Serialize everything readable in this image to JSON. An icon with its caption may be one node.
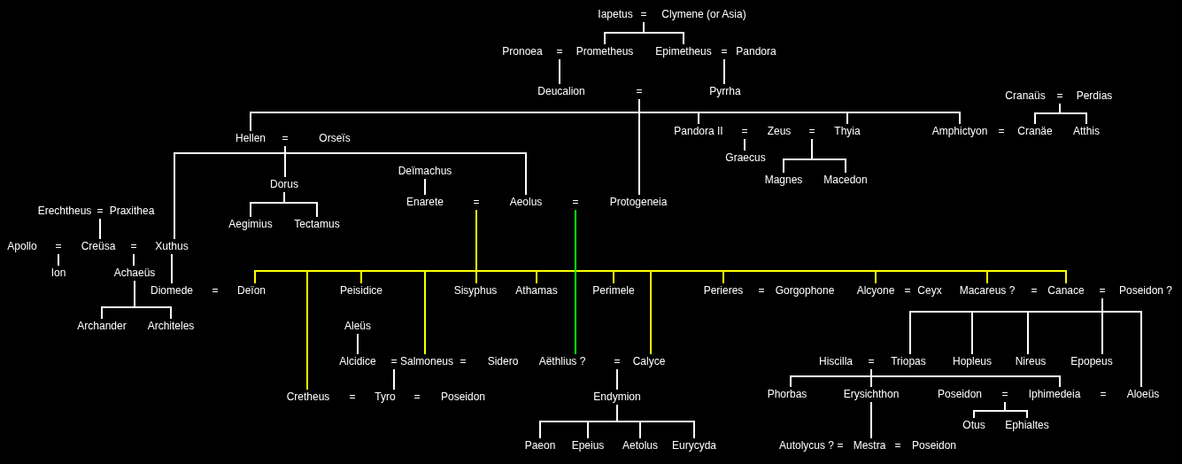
{
  "diagram": {
    "nodes": [
      {
        "text": [
          "Iapetus"
        ]
      },
      {
        "text": [
          "="
        ]
      },
      {
        "text": [
          "Clymene (or Asia)"
        ]
      },
      {
        "text": [
          "Pronoea"
        ]
      },
      {
        "text": [
          "="
        ]
      },
      {
        "text": [
          "Prometheus"
        ]
      },
      {
        "text": [
          "Epimetheus"
        ]
      },
      {
        "text": [
          "="
        ]
      },
      {
        "text": [
          "Pandora"
        ]
      },
      {
        "text": [
          "Deucalion"
        ]
      },
      {
        "text": [
          "="
        ]
      },
      {
        "text": [
          "Pyrrha"
        ]
      },
      {
        "text": [
          "Cranaüs"
        ]
      },
      {
        "text": [
          "="
        ]
      },
      {
        "text": [
          "Perdias"
        ]
      },
      {
        "text": [
          "Pandora II"
        ]
      },
      {
        "text": [
          "="
        ]
      },
      {
        "text": [
          "Zeus"
        ]
      },
      {
        "text": [
          "="
        ]
      },
      {
        "text": [
          "Thyia"
        ]
      },
      {
        "text": [
          "Amphictyon"
        ]
      },
      {
        "text": [
          "="
        ]
      },
      {
        "text": [
          "Cranäe"
        ]
      },
      {
        "text": [
          "Atthis"
        ]
      },
      {
        "text": [
          "Hellen"
        ]
      },
      {
        "text": [
          "="
        ]
      },
      {
        "text": [
          "Orseïs"
        ]
      },
      {
        "text": [
          "Graecus"
        ]
      },
      {
        "text": [
          "Deïmachus"
        ]
      },
      {
        "text": [
          "Magnes"
        ]
      },
      {
        "text": [
          "Macedon"
        ]
      },
      {
        "text": [
          "Dorus"
        ]
      },
      {
        "text": [
          "Erechtheus"
        ]
      },
      {
        "text": [
          "="
        ]
      },
      {
        "text": [
          "Praxithea"
        ]
      },
      {
        "text": [
          "Enarete"
        ]
      },
      {
        "text": [
          "="
        ]
      },
      {
        "text": [
          "Aeolus"
        ]
      },
      {
        "text": [
          "="
        ]
      },
      {
        "text": [
          "Protogeneia"
        ]
      },
      {
        "text": [
          "Aegimius"
        ]
      },
      {
        "text": [
          "Tectamus"
        ]
      },
      {
        "text": [
          "Apollo"
        ]
      },
      {
        "text": [
          "="
        ]
      },
      {
        "text": [
          "Creüsa"
        ]
      },
      {
        "text": [
          "="
        ]
      },
      {
        "text": [
          "Xuthus"
        ]
      },
      {
        "text": [
          "Ion"
        ]
      },
      {
        "text": [
          "Achaeüs"
        ]
      },
      {
        "text": [
          "Diomede"
        ]
      },
      {
        "text": [
          "="
        ]
      },
      {
        "text": [
          "Deïon"
        ]
      },
      {
        "text": [
          "Peisidice"
        ]
      },
      {
        "text": [
          "Sisyphus"
        ]
      },
      {
        "text": [
          "Athamas"
        ]
      },
      {
        "text": [
          "Perimele"
        ]
      },
      {
        "text": [
          "Perieres"
        ]
      },
      {
        "text": [
          "="
        ]
      },
      {
        "text": [
          "Gorgophone"
        ]
      },
      {
        "text": [
          "Alcyone"
        ]
      },
      {
        "text": [
          "="
        ]
      },
      {
        "text": [
          "Ceyx"
        ]
      },
      {
        "text": [
          "Macareus ?"
        ]
      },
      {
        "text": [
          "="
        ]
      },
      {
        "text": [
          "Canace"
        ]
      },
      {
        "text": [
          "="
        ]
      },
      {
        "text": [
          "Poseidon ?"
        ]
      },
      {
        "text": [
          "Archander"
        ]
      },
      {
        "text": [
          "Architeles"
        ]
      },
      {
        "text": [
          "Aleüs"
        ]
      },
      {
        "text": [
          "Alcidice"
        ]
      },
      {
        "text": [
          "="
        ]
      },
      {
        "text": [
          "Salmoneus"
        ]
      },
      {
        "text": [
          "="
        ]
      },
      {
        "text": [
          "Sidero"
        ]
      },
      {
        "text": [
          "Aëthlius ?"
        ]
      },
      {
        "text": [
          "="
        ]
      },
      {
        "text": [
          "Calyce"
        ]
      },
      {
        "text": [
          "Hiscilla"
        ]
      },
      {
        "text": [
          "="
        ]
      },
      {
        "text": [
          "Triopas"
        ]
      },
      {
        "text": [
          "Hopleus"
        ]
      },
      {
        "text": [
          "Nireus"
        ]
      },
      {
        "text": [
          "Epopeus"
        ]
      },
      {
        "text": [
          "Phorbas"
        ]
      },
      {
        "text": [
          "Erysichthon"
        ]
      },
      {
        "text": [
          "Poseidon"
        ]
      },
      {
        "text": [
          "="
        ]
      },
      {
        "text": [
          "Iphimedeia"
        ]
      },
      {
        "text": [
          "="
        ]
      },
      {
        "text": [
          "Aloeüs"
        ]
      },
      {
        "text": [
          "Cretheus"
        ]
      },
      {
        "text": [
          "="
        ]
      },
      {
        "text": [
          "Tyro"
        ]
      },
      {
        "text": [
          "="
        ]
      },
      {
        "text": [
          "Poseidon"
        ]
      },
      {
        "text": [
          "Endymion"
        ]
      },
      {
        "text": [
          "Otus"
        ]
      },
      {
        "text": [
          "Ephialtes"
        ]
      },
      {
        "text": [
          "Paeon"
        ]
      },
      {
        "text": [
          "Epeius"
        ]
      },
      {
        "text": [
          "Aetolus"
        ]
      },
      {
        "text": [
          "Eurycyda"
        ]
      },
      {
        "text": [
          "Autolycus ?"
        ]
      },
      {
        "text": [
          "="
        ]
      },
      {
        "text": [
          "Mestra"
        ]
      },
      {
        "text": [
          "="
        ]
      },
      {
        "text": [
          "Poseidon"
        ]
      }
    ],
    "edges": [
      {
        "from": 1,
        "to": 5,
        "arrow": "none"
      },
      {
        "from": 1,
        "to": 6,
        "arrow": "none"
      },
      {
        "from": 4,
        "to": 9,
        "arrow": "none"
      },
      {
        "from": 7,
        "to": 11,
        "arrow": "none"
      },
      {
        "from": 10,
        "to": 24,
        "arrow": "none"
      },
      {
        "from": 10,
        "to": 15,
        "arrow": "none"
      },
      {
        "from": 10,
        "to": 19,
        "arrow": "none"
      },
      {
        "from": 10,
        "to": 20,
        "arrow": "none"
      },
      {
        "from": 10,
        "to": 39,
        "arrow": "none"
      },
      {
        "from": 13,
        "to": 22,
        "arrow": "none"
      },
      {
        "from": 13,
        "to": 23,
        "arrow": "none"
      },
      {
        "from": 16,
        "to": 27,
        "arrow": "none"
      },
      {
        "from": 18,
        "to": 29,
        "arrow": "none"
      },
      {
        "from": 18,
        "to": 30,
        "arrow": "none"
      },
      {
        "from": 25,
        "to": 31,
        "arrow": "none"
      },
      {
        "from": 25,
        "to": 46,
        "arrow": "none"
      },
      {
        "from": 25,
        "to": 37,
        "arrow": "none"
      },
      {
        "from": 28,
        "to": 35,
        "arrow": "none"
      },
      {
        "from": 31,
        "to": 40,
        "arrow": "none"
      },
      {
        "from": 31,
        "to": 41,
        "arrow": "none"
      },
      {
        "from": 33,
        "to": 44,
        "arrow": "none"
      },
      {
        "from": 43,
        "to": 47,
        "arrow": "none"
      },
      {
        "from": 45,
        "to": 48,
        "arrow": "none"
      },
      {
        "from": 46,
        "to": 49,
        "arrow": "none"
      },
      {
        "from": 48,
        "to": 67,
        "arrow": "none"
      },
      {
        "from": 48,
        "to": 68,
        "arrow": "none"
      },
      {
        "from": 36,
        "to": 51,
        "arrow": "none",
        "color": "#ffff00"
      },
      {
        "from": 36,
        "to": 91,
        "arrow": "none",
        "color": "#ffff00"
      },
      {
        "from": 36,
        "to": 52,
        "arrow": "none",
        "color": "#ffff00"
      },
      {
        "from": 36,
        "to": 72,
        "arrow": "none",
        "color": "#ffff00"
      },
      {
        "from": 36,
        "to": 53,
        "arrow": "none",
        "color": "#ffff00"
      },
      {
        "from": 36,
        "to": 54,
        "arrow": "none",
        "color": "#ffff00"
      },
      {
        "from": 36,
        "to": 55,
        "arrow": "none",
        "color": "#ffff00"
      },
      {
        "from": 36,
        "to": 77,
        "arrow": "none",
        "color": "#ffff00"
      },
      {
        "from": 36,
        "to": 56,
        "arrow": "none",
        "color": "#ffff00"
      },
      {
        "from": 36,
        "to": 59,
        "arrow": "none",
        "color": "#ffff00"
      },
      {
        "from": 36,
        "to": 62,
        "arrow": "none",
        "color": "#ffff00"
      },
      {
        "from": 36,
        "to": 64,
        "arrow": "none",
        "color": "#ffff00"
      },
      {
        "from": 38,
        "to": 75,
        "arrow": "none",
        "color": "#00ff00"
      },
      {
        "from": 69,
        "to": 70,
        "arrow": "none"
      },
      {
        "from": 71,
        "to": 93,
        "arrow": "none"
      },
      {
        "from": 76,
        "to": 96,
        "arrow": "none"
      },
      {
        "from": 96,
        "to": 99,
        "arrow": "none"
      },
      {
        "from": 96,
        "to": 100,
        "arrow": "none"
      },
      {
        "from": 96,
        "to": 101,
        "arrow": "none"
      },
      {
        "from": 96,
        "to": 102,
        "arrow": "none"
      },
      {
        "from": 65,
        "to": 80,
        "arrow": "none"
      },
      {
        "from": 65,
        "to": 81,
        "arrow": "none"
      },
      {
        "from": 65,
        "to": 82,
        "arrow": "none"
      },
      {
        "from": 65,
        "to": 83,
        "arrow": "none"
      },
      {
        "from": 65,
        "to": 90,
        "arrow": "none"
      },
      {
        "from": 79,
        "to": 84,
        "arrow": "none"
      },
      {
        "from": 79,
        "to": 85,
        "arrow": "none"
      },
      {
        "from": 79,
        "to": 88,
        "arrow": "none"
      },
      {
        "from": 87,
        "to": 97,
        "arrow": "none"
      },
      {
        "from": 87,
        "to": 98,
        "arrow": "none"
      },
      {
        "from": 85,
        "to": 105,
        "arrow": "none"
      }
    ]
  }
}
